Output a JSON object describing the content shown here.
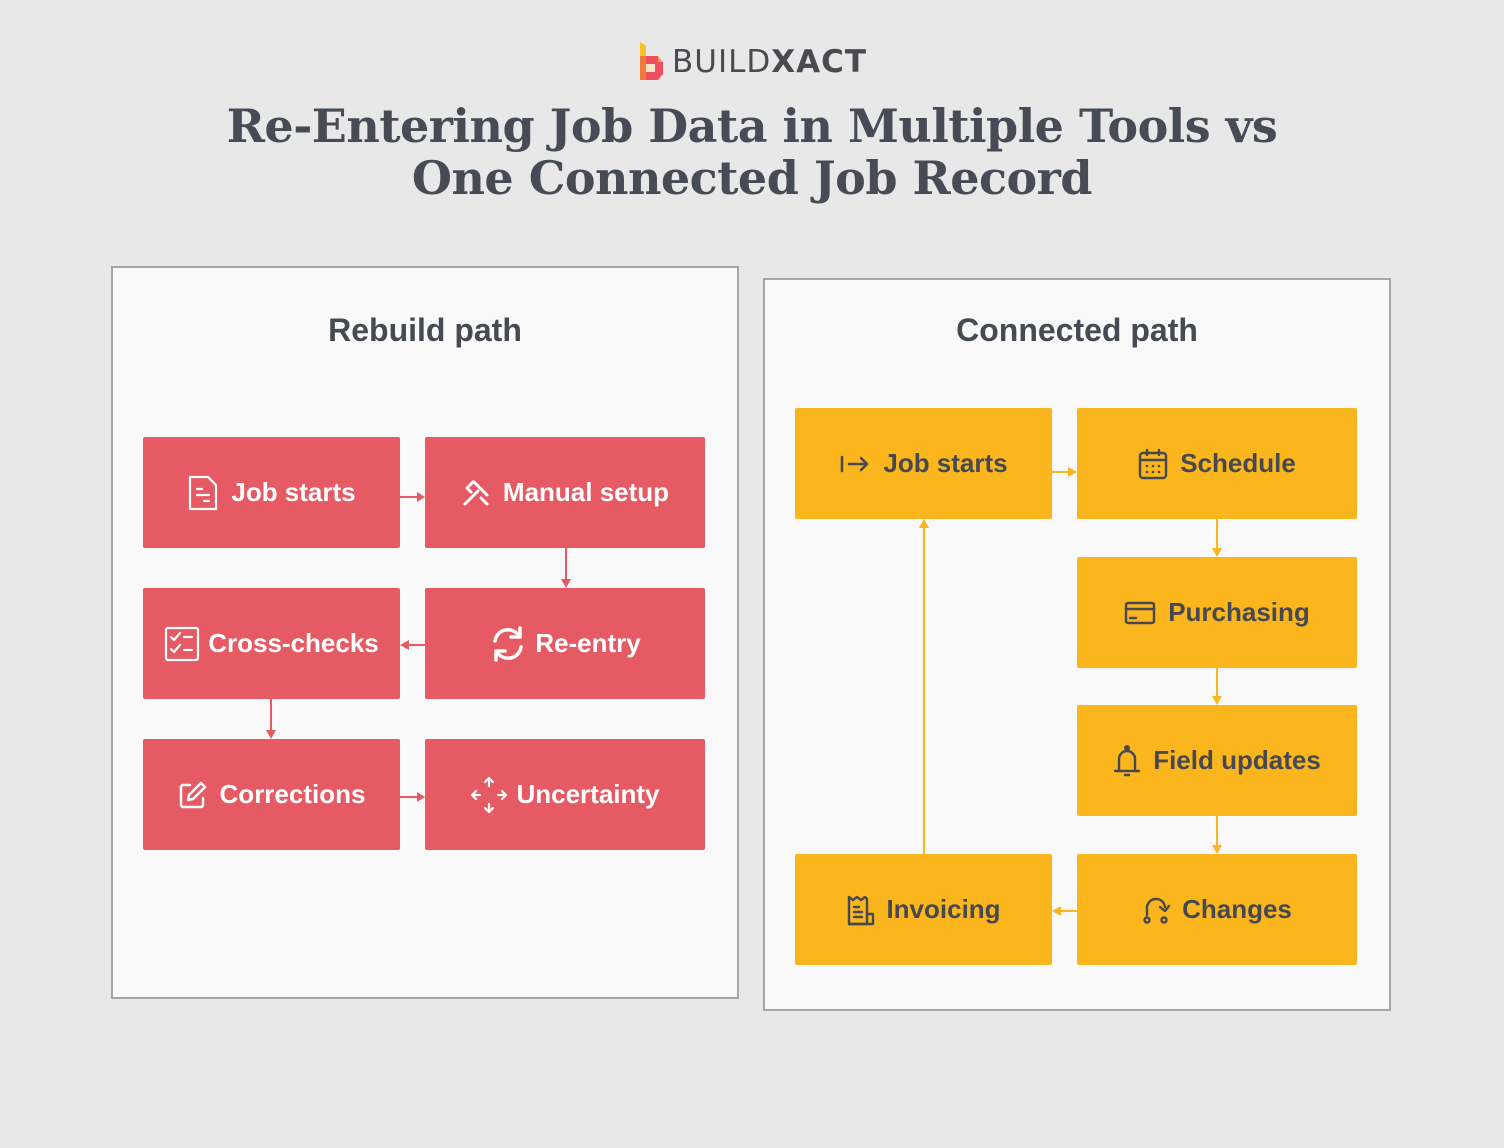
{
  "brand": {
    "logo_icon": "buildxact-b-logo-icon",
    "name_light": "BUILD",
    "name_bold": "XACT"
  },
  "header": {
    "title_line1": "Re-Entering Job Data in Multiple Tools vs",
    "title_line2": "One Connected Job Record"
  },
  "colors": {
    "background": "#e7e8e7",
    "panel": "#f9f9f9",
    "rebuild_node": "#e55a63",
    "connected_node": "#fbb51d",
    "text_dark": "#474b55"
  },
  "rebuild_path": {
    "title": "Rebuild path",
    "nodes": [
      {
        "label": "Job starts",
        "icon": "document-icon"
      },
      {
        "label": "Manual setup",
        "icon": "tools-icon"
      },
      {
        "label": "Re-entry",
        "icon": "refresh-icon"
      },
      {
        "label": "Cross-checks",
        "icon": "checklist-icon"
      },
      {
        "label": "Corrections",
        "icon": "edit-icon"
      },
      {
        "label": "Uncertainty",
        "icon": "move-arrows-icon"
      }
    ]
  },
  "connected_path": {
    "title": "Connected path",
    "nodes": [
      {
        "label": "Job starts",
        "icon": "arrow-right-to-line-icon"
      },
      {
        "label": "Schedule",
        "icon": "calendar-icon"
      },
      {
        "label": "Purchasing",
        "icon": "credit-card-icon"
      },
      {
        "label": "Field updates",
        "icon": "bell-icon"
      },
      {
        "label": "Changes",
        "icon": "change-route-icon"
      },
      {
        "label": "Invoicing",
        "icon": "receipt-icon"
      }
    ]
  }
}
